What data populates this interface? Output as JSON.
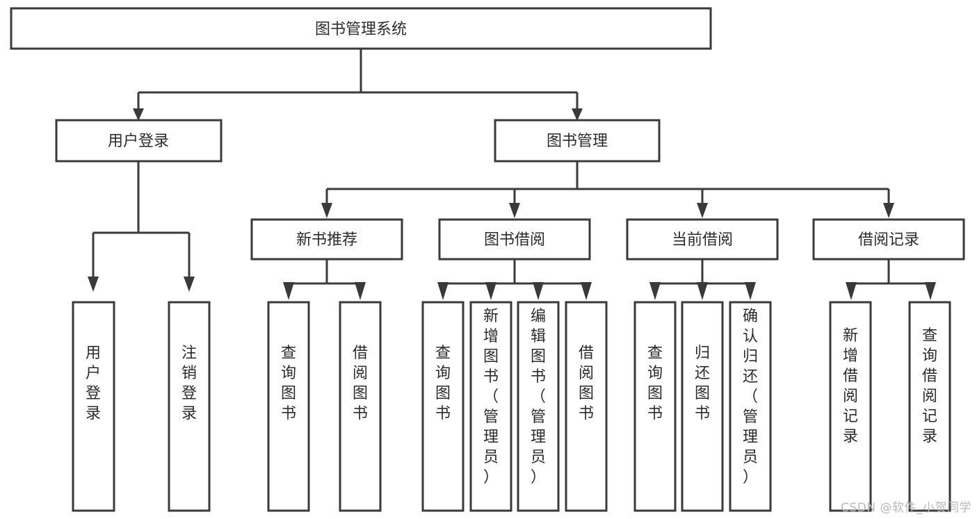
{
  "diagram": {
    "type": "tree-hierarchy",
    "title": "图书管理系统",
    "orientation": "top-down",
    "colors": {
      "box_stroke": "#3a3a3a",
      "box_fill": "#ffffff",
      "connector": "#3a3a3a",
      "text": "#2b2b2b",
      "background": "#ffffff",
      "watermark": "#b9b9b9"
    },
    "levels": {
      "level1": [
        {
          "id": "root",
          "label": "图书管理系统"
        }
      ],
      "level2": [
        {
          "id": "user-login",
          "label": "用户登录"
        },
        {
          "id": "book-manage",
          "label": "图书管理"
        }
      ],
      "level3": [
        {
          "id": "new-book-rec",
          "label": "新书推荐"
        },
        {
          "id": "book-borrow",
          "label": "图书借阅"
        },
        {
          "id": "current-borrow",
          "label": "当前借阅"
        },
        {
          "id": "borrow-record",
          "label": "借阅记录"
        }
      ],
      "level4": {
        "user-login": [
          {
            "id": "leaf-user-login",
            "label": "用户登录"
          },
          {
            "id": "leaf-logout",
            "label": "注销登录"
          }
        ],
        "new-book-rec": [
          {
            "id": "leaf-query-book-1",
            "label": "查询图书"
          },
          {
            "id": "leaf-borrow-book-1",
            "label": "借阅图书"
          }
        ],
        "book-borrow": [
          {
            "id": "leaf-query-book-2",
            "label": "查询图书"
          },
          {
            "id": "leaf-add-book",
            "label": "新增图书（管理员）"
          },
          {
            "id": "leaf-edit-book",
            "label": "编辑图书（管理员）"
          },
          {
            "id": "leaf-borrow-book-2",
            "label": "借阅图书"
          }
        ],
        "current-borrow": [
          {
            "id": "leaf-query-book-3",
            "label": "查询图书"
          },
          {
            "id": "leaf-return-book",
            "label": "归还图书"
          },
          {
            "id": "leaf-confirm-return",
            "label": "确认归还（管理员）"
          }
        ],
        "borrow-record": [
          {
            "id": "leaf-add-record",
            "label": "新增借阅记录"
          },
          {
            "id": "leaf-query-record",
            "label": "查询借阅记录"
          }
        ]
      }
    }
  },
  "watermark": {
    "text": "CSDN @软件_小贺同学"
  }
}
